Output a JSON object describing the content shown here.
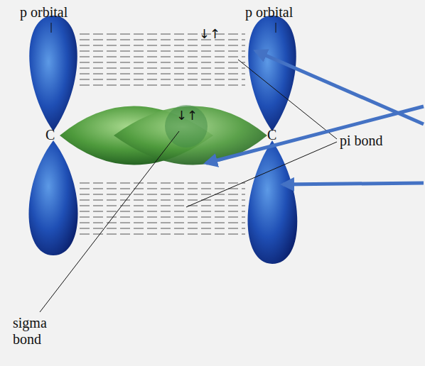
{
  "diagram": {
    "labels": [
      "p orbital",
      "p orbital",
      "↓↑",
      "C",
      "C",
      "pi bond",
      "↓↑",
      "sigma bond"
    ]
  }
}
